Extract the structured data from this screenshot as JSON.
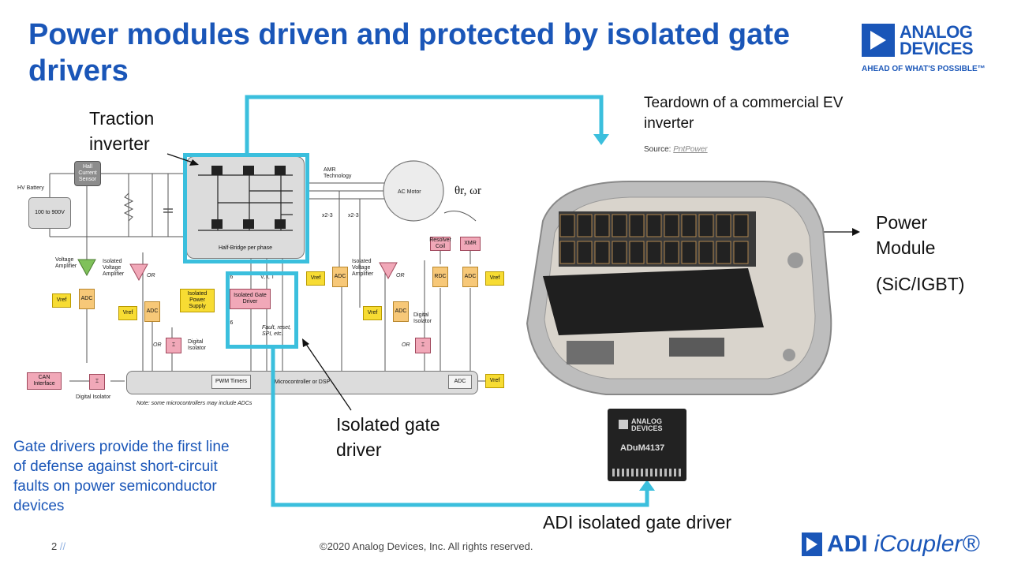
{
  "title": "Power modules driven and protected by isolated gate drivers",
  "logo": {
    "line1": "ANALOG",
    "line2": "DEVICES",
    "tagline": "AHEAD OF WHAT'S POSSIBLE™"
  },
  "labels": {
    "traction_inverter": "Traction inverter",
    "teardown": "Teardown of a commercial EV inverter",
    "source_prefix": "Source:",
    "source_name": "PntPower",
    "power_module_l1": "Power",
    "power_module_l2": "Module",
    "power_module_l3": "(SiC/IGBT)",
    "isolated_gate_driver": "Isolated gate driver",
    "adi_gate_driver": "ADI isolated gate driver",
    "gate_drivers_note": "Gate drivers provide the first line of defense against short-circuit faults on power semiconductor devices"
  },
  "diagram": {
    "hv_battery": "HV Battery",
    "battery_range": "100 to 900V",
    "hall_sensor": "Hall Current Sensor",
    "half_bridge": "Half-Bridge per phase",
    "amr": "AMR Technology",
    "ac_motor": "AC Motor",
    "theta_omega": "θr, ωr",
    "x23a": "x2-3",
    "x23b": "x2-3",
    "resolver": "Resolver Coil",
    "xmr": "XMR",
    "rdc": "RDC",
    "adc": "ADC",
    "vref": "Vref",
    "voltage_amp": "Voltage Amplifier",
    "isolated_voltage_amp": "Isolated Voltage Amplifier",
    "or": "OR",
    "x6": "x6",
    "vit": "V, I, T",
    "iso_power": "Isolated Power Supply",
    "iso_gate_driver": "Isolated Gate Driver",
    "fault": "Fault, reset, SPI, etc.",
    "digital_isolator": "Digital Isolator",
    "can": "CAN Interface",
    "pwm": "PWM Timers",
    "mcu": "Microcontroller or DSP",
    "note": "Note: some microcontrollers may include ADCs"
  },
  "chip": {
    "brand1": "ANALOG",
    "brand2": "DEVICES",
    "part": "ADuM4137"
  },
  "footer": {
    "page": "2",
    "slashes": "//",
    "copyright": "©2020 Analog Devices, Inc. All rights reserved.",
    "brand_adi": "ADI",
    "brand_icoupler": "iCoupler®"
  },
  "colors": {
    "title_blue": "#1a56b8",
    "highlight_cyan": "#3bbfdd"
  }
}
